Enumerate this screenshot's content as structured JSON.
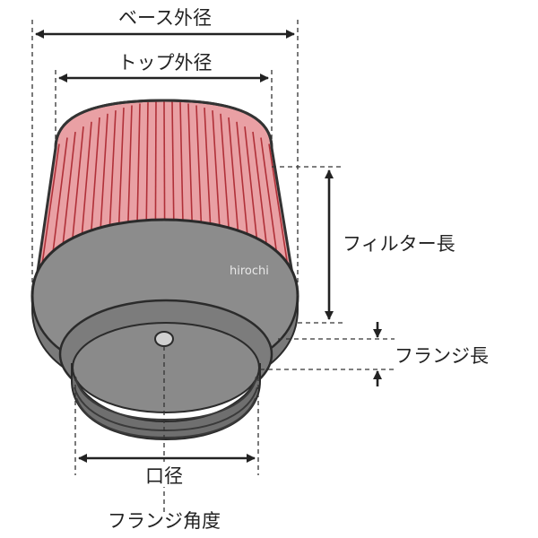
{
  "labels": {
    "base_outer_diameter": "ベース外径",
    "top_outer_diameter": "トップ外径",
    "filter_length": "フィルター長",
    "flange_length": "フランジ長",
    "inlet_diameter": "口径",
    "flange_angle": "フランジ角度"
  },
  "watermark": "hirochi",
  "colors": {
    "filter_pink": "#e9a0a4",
    "pleat_line": "#b03038",
    "base_gray": "#8c8c8c",
    "base_dark": "#595959",
    "line_black": "#222222"
  }
}
